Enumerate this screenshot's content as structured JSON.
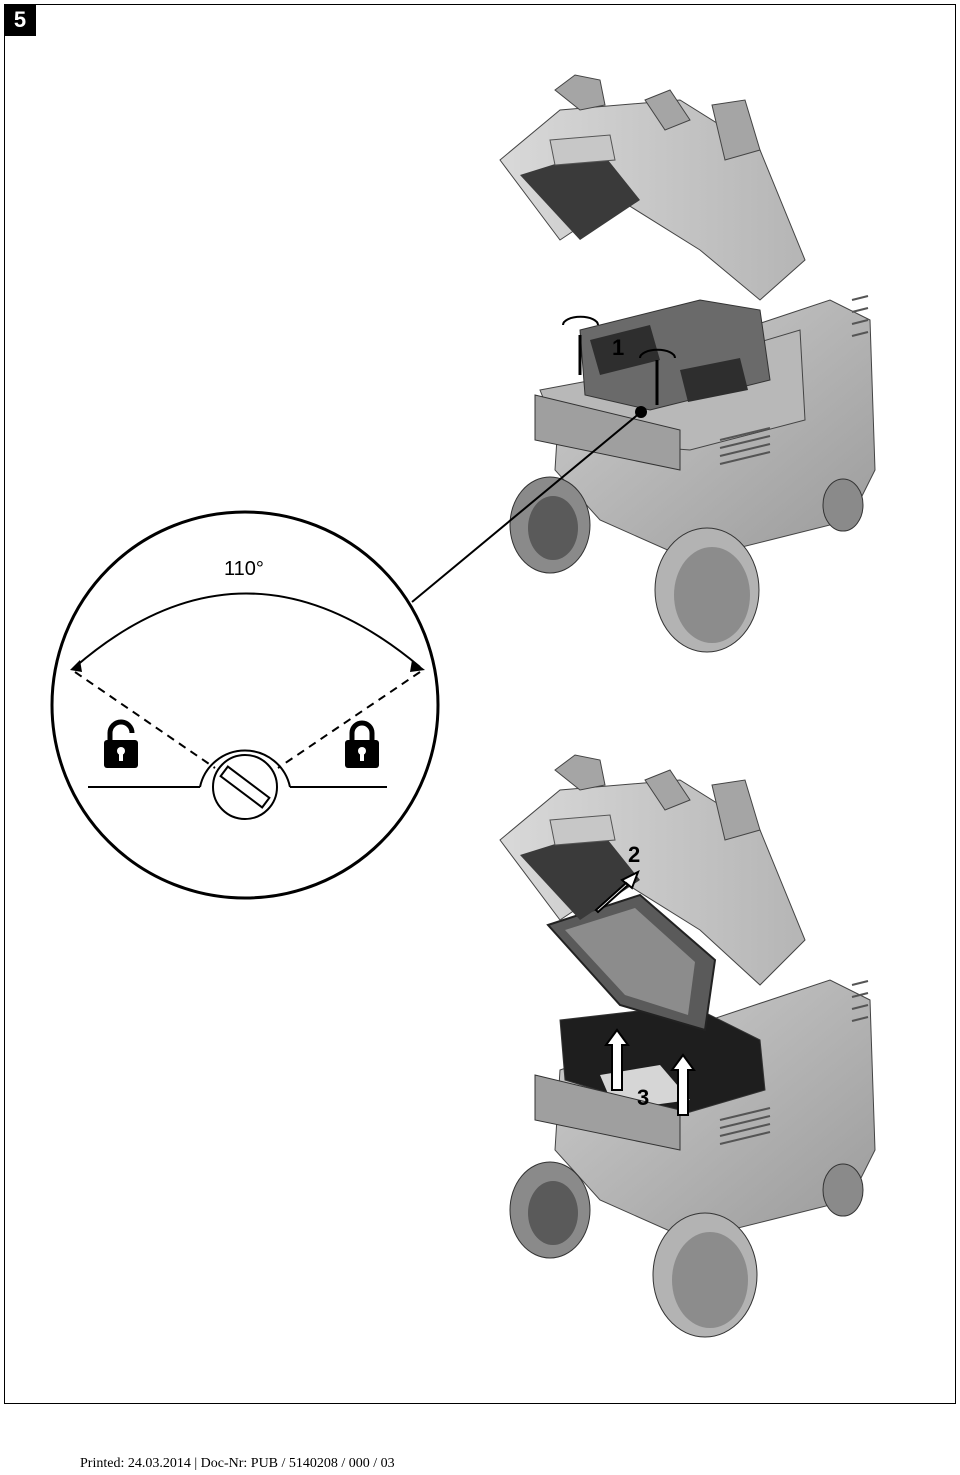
{
  "figure": {
    "number": "5"
  },
  "detail": {
    "angle_label": "110°",
    "unlock_icon": "unlock-icon",
    "lock_icon": "lock-icon"
  },
  "callouts": {
    "step1": "1",
    "step2": "2",
    "step3": "3"
  },
  "footer": {
    "text": "Printed: 24.03.2014 | Doc-Nr: PUB / 5140208 / 000 / 03"
  }
}
